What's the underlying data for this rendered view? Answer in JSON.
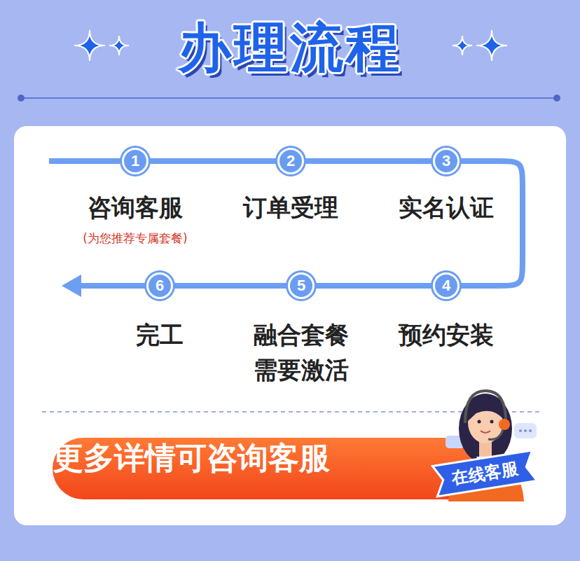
{
  "diagram": {
    "title": "办理流程",
    "nodes": [
      {
        "text": [
          "1",
          "咨询客服",
          "(为您推荐专属套餐)"
        ]
      },
      {
        "text": [
          "2",
          "订单受理"
        ]
      },
      {
        "text": [
          "3",
          "实名认证"
        ]
      },
      {
        "text": [
          "4",
          "预约安装"
        ]
      },
      {
        "text": [
          "5",
          "融合套餐 需要激活"
        ]
      },
      {
        "text": [
          "6",
          "完工"
        ]
      },
      {
        "text": [
          "更多详情可咨询客服"
        ]
      },
      {
        "text": [
          "在线客服"
        ]
      }
    ],
    "edges": [
      {
        "from": 0,
        "to": 1,
        "arrow": "none"
      },
      {
        "from": 1,
        "to": 2,
        "arrow": "none"
      },
      {
        "from": 2,
        "to": 3,
        "arrow": "none"
      },
      {
        "from": 3,
        "to": 4,
        "arrow": "none"
      },
      {
        "from": 4,
        "to": 5,
        "arrow": "none"
      }
    ]
  }
}
